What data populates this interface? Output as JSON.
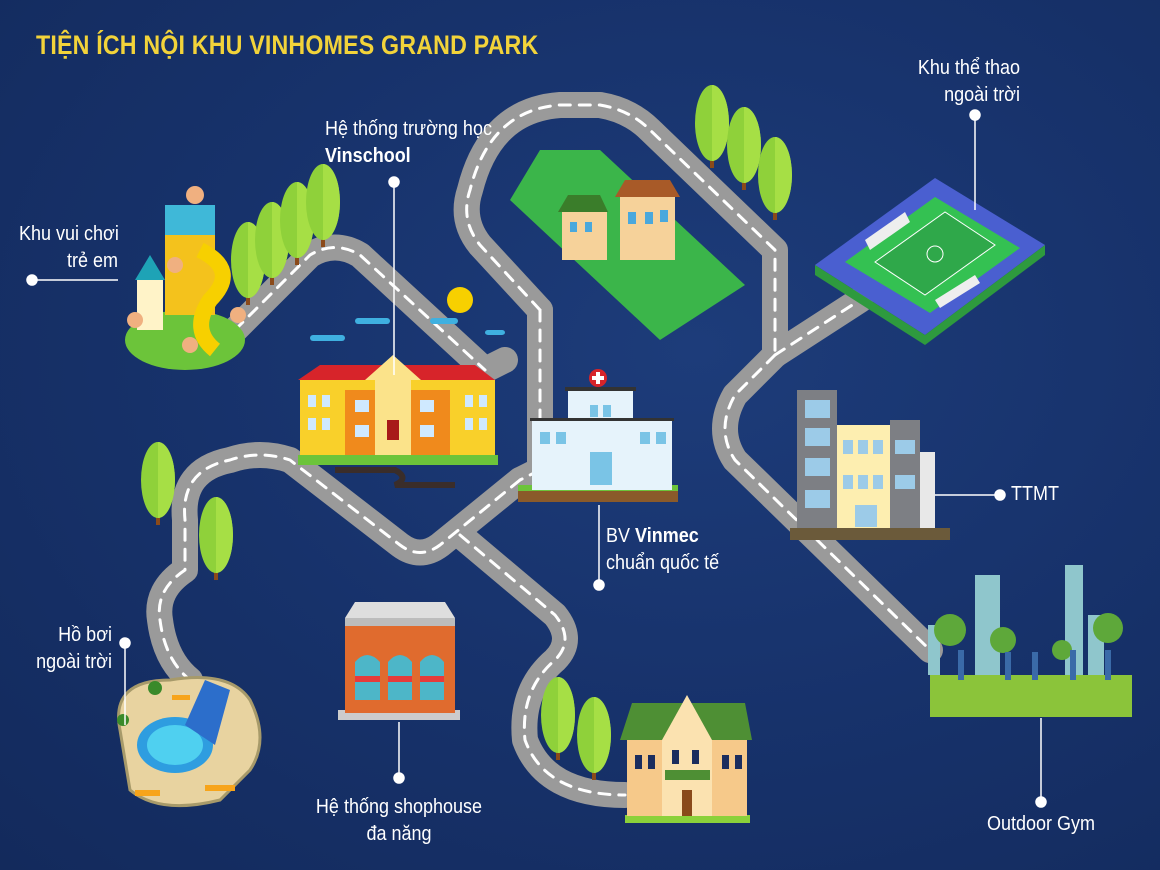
{
  "title": "TIỆN ÍCH NỘI KHU VINHOMES GRAND PARK",
  "colors": {
    "background": "#17326b",
    "title": "#f2d33a",
    "road": "#9a9a9a",
    "road_dash": "#ffffff",
    "grass": "#3bb54a",
    "tree": "#8fd13a",
    "label": "#ffffff"
  },
  "amenities": [
    {
      "id": "playground",
      "line1": "Khu vui chơi",
      "line2": "trẻ em",
      "icon": "playground-icon"
    },
    {
      "id": "school",
      "line1": "Hệ thống trường học",
      "line2": "Vinschool",
      "icon": "school-icon"
    },
    {
      "id": "sports",
      "line1": "Khu thể thao",
      "line2": "ngoài trời",
      "icon": "football-field-icon"
    },
    {
      "id": "hospital",
      "line1_prefix": "BV ",
      "line1_bold": "Vinmec",
      "line2": "chuẩn quốc tế",
      "icon": "hospital-icon"
    },
    {
      "id": "mall",
      "line1": "TTMT",
      "icon": "mall-icon"
    },
    {
      "id": "pool",
      "line1": "Hồ bơi",
      "line2": "ngoài trời",
      "icon": "swimming-pool-icon"
    },
    {
      "id": "shophouse",
      "line1": "Hệ thống shophouse",
      "line2": "đa năng",
      "icon": "shophouse-icon"
    },
    {
      "id": "gym",
      "line1": "Outdoor Gym",
      "icon": "park-gym-icon"
    }
  ]
}
